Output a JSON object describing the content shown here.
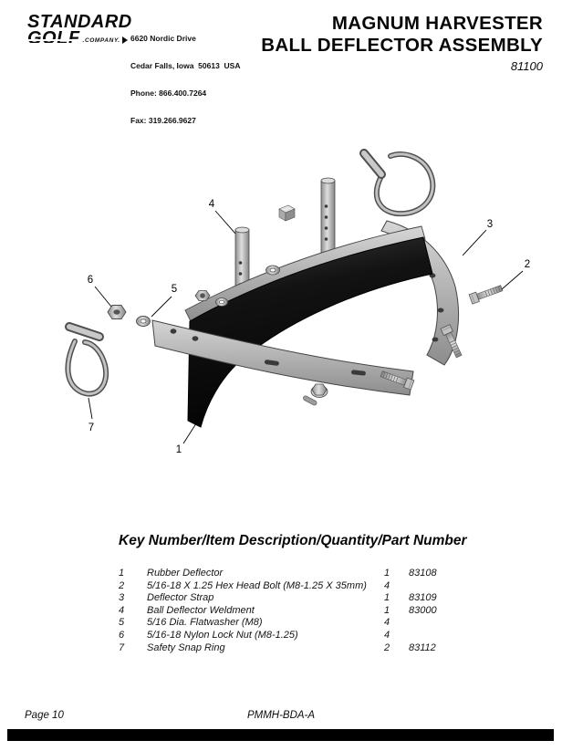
{
  "header": {
    "logo": {
      "name_line1": "STANDARD",
      "name_line2": "GOLF",
      "company": ".COMPANY."
    },
    "address_lines": [
      "6620 Nordic Drive",
      "Cedar Falls, Iowa  50613  USA",
      "Phone: 866.400.7264",
      "Fax: 319.266.9627"
    ],
    "title_line1": "MAGNUM HARVESTER",
    "title_line2": "BALL DEFLECTOR ASSEMBLY",
    "model_number": "81100"
  },
  "diagram": {
    "callouts": {
      "k1": "1",
      "k2": "2",
      "k3": "3",
      "k4": "4",
      "k5": "5",
      "k6": "6",
      "k7": "7"
    }
  },
  "parts_table": {
    "heading": "Key Number/Item Description/Quantity/Part Number",
    "rows": [
      {
        "key": "1",
        "description": "Rubber Deflector",
        "quantity": "1",
        "part_number": "83108"
      },
      {
        "key": "2",
        "description": "5/16-18 X 1.25 Hex Head Bolt (M8-1.25 X 35mm)",
        "quantity": "4",
        "part_number": ""
      },
      {
        "key": "3",
        "description": "Deflector Strap",
        "quantity": "1",
        "part_number": "83109"
      },
      {
        "key": "4",
        "description": "Ball Deflector Weldment",
        "quantity": "1",
        "part_number": "83000"
      },
      {
        "key": "5",
        "description": "5/16 Dia. Flatwasher (M8)",
        "quantity": "4",
        "part_number": ""
      },
      {
        "key": "6",
        "description": "5/16-18 Nylon Lock Nut (M8-1.25)",
        "quantity": "4",
        "part_number": ""
      },
      {
        "key": "7",
        "description": "Safety Snap Ring",
        "quantity": "2",
        "part_number": "83112"
      }
    ]
  },
  "footer": {
    "page_label": "Page 10",
    "doc_code": "PMMH-BDA-A"
  }
}
